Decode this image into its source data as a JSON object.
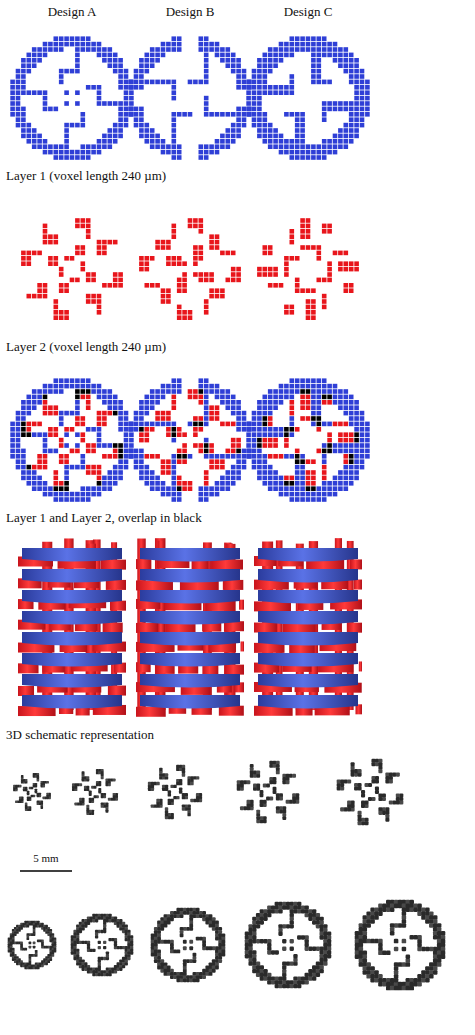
{
  "diagram": {
    "labels": [
      "Design A",
      "Design B",
      "Design C",
      "Layer 1 (voxel length 240 µm)",
      "Layer 2 (voxel length 240 µm)",
      "Layer 1 and Layer 2, overlap in black",
      "3D schematic representation",
      "5 mm"
    ]
  }
}
